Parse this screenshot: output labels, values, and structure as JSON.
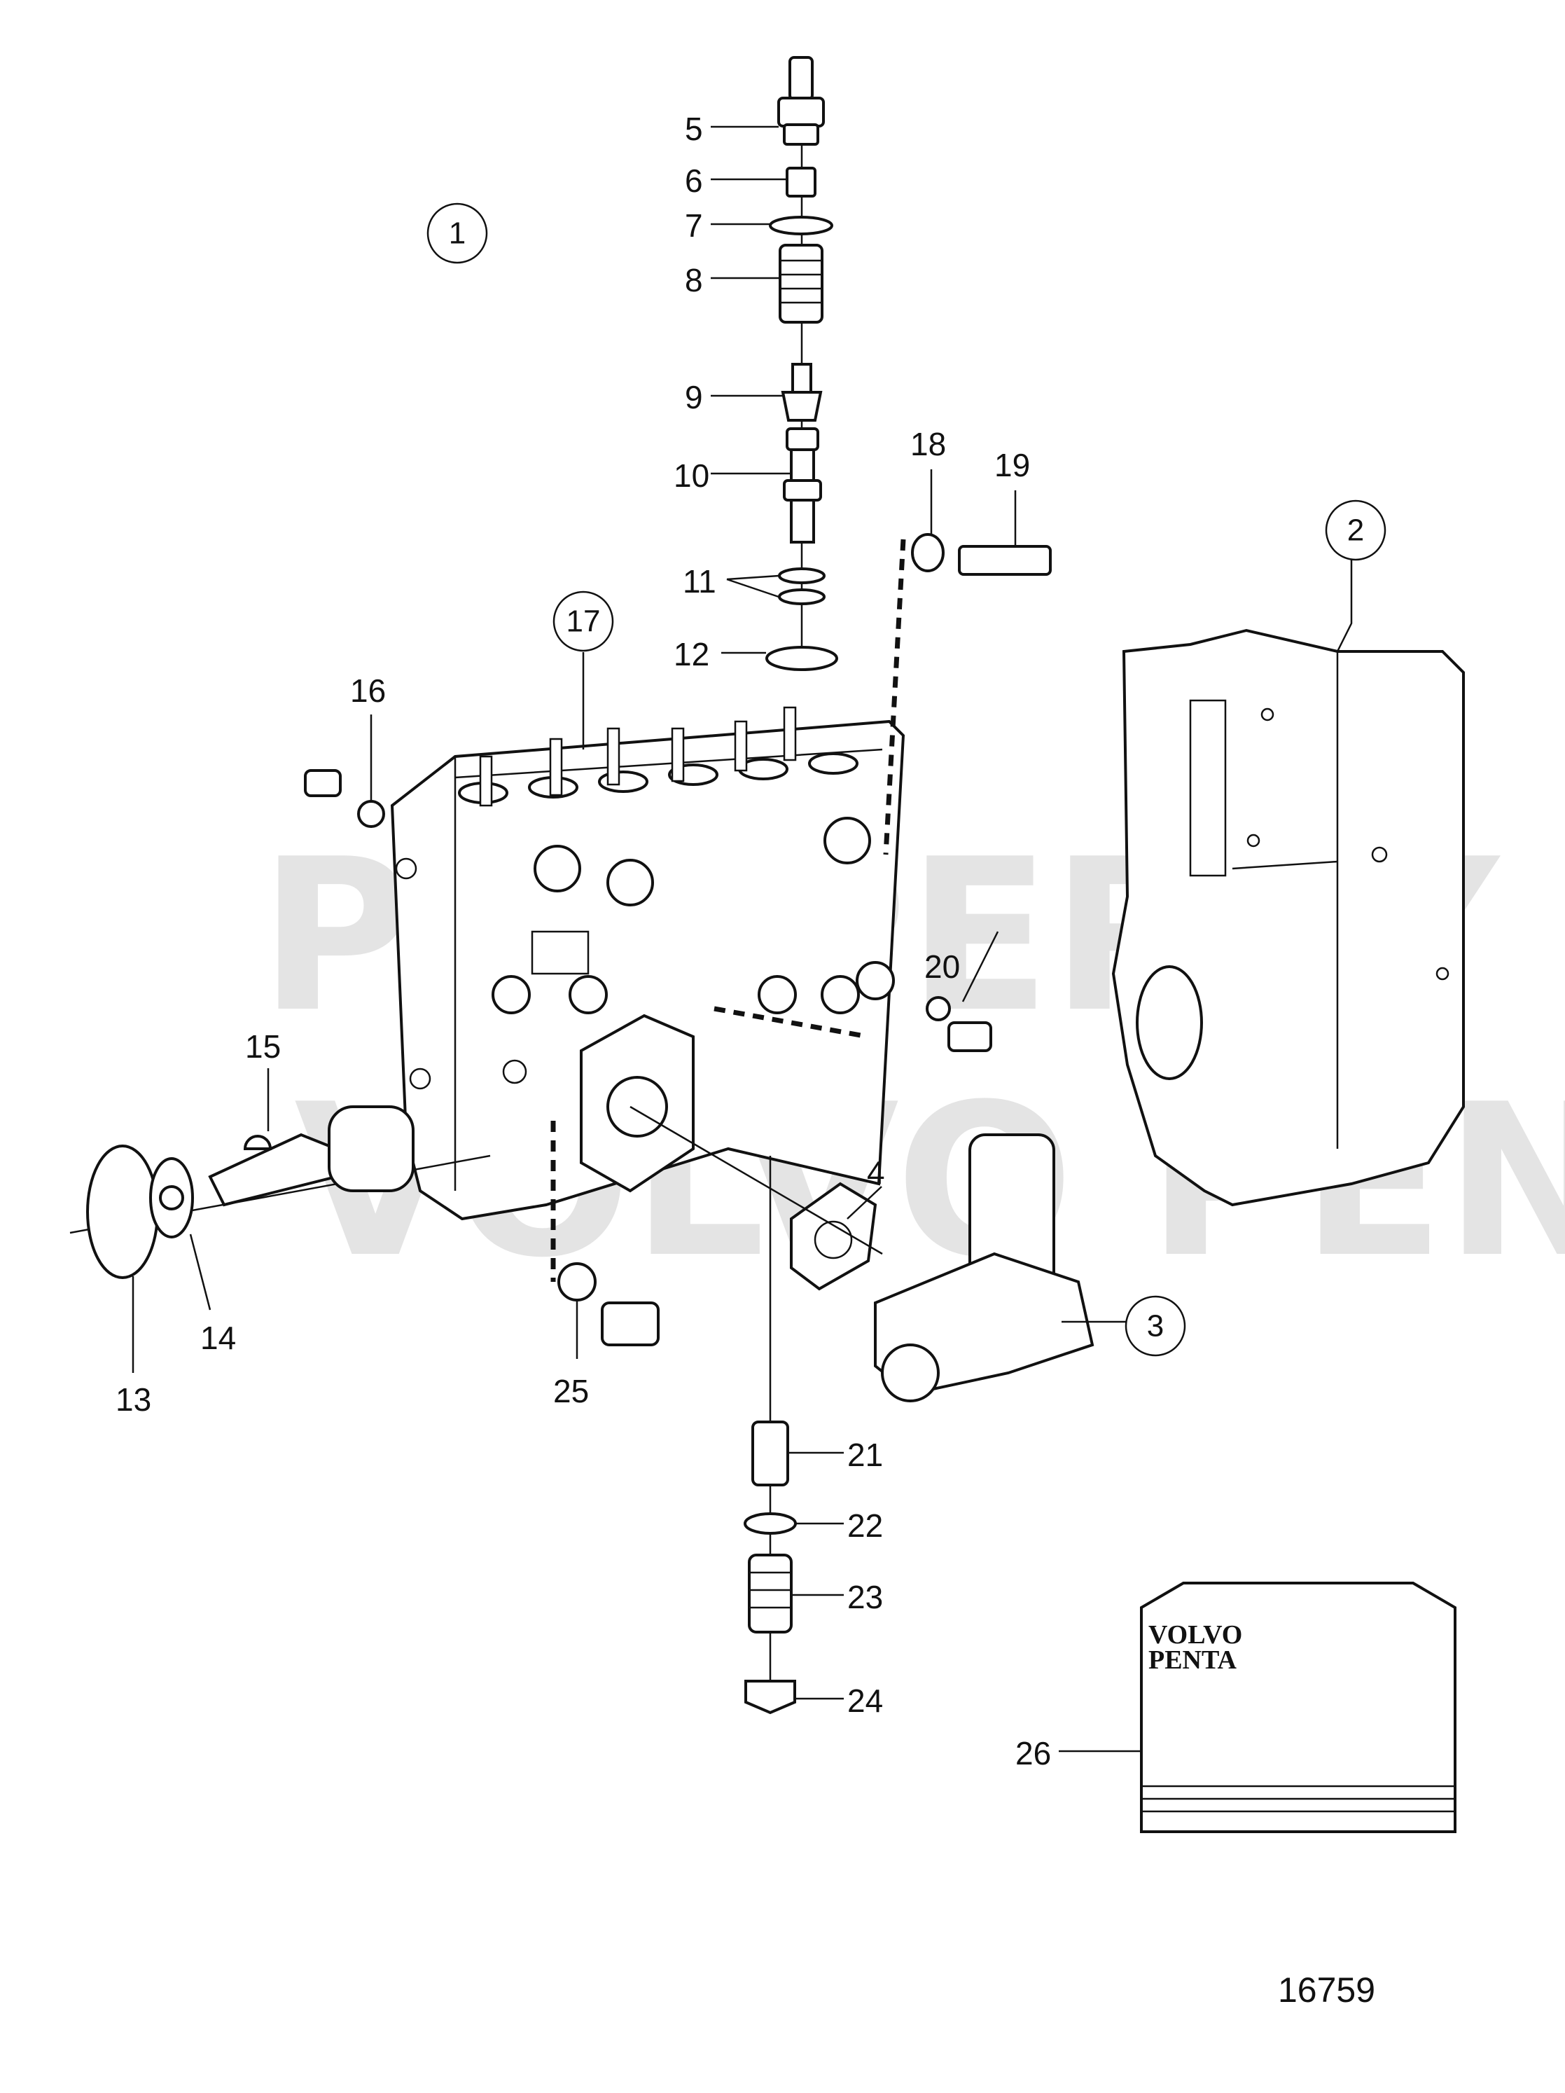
{
  "diagram": {
    "drawing_number": "16759",
    "watermark": [
      "PROPERTY OF",
      "VOLVO PENTA"
    ],
    "manual_brand": [
      "VOLVO",
      "PENTA"
    ],
    "callouts": [
      {
        "id": "c1",
        "label": "1",
        "circled": true
      },
      {
        "id": "c2",
        "label": "2",
        "circled": true
      },
      {
        "id": "c3",
        "label": "3",
        "circled": true
      },
      {
        "id": "c4",
        "label": "4",
        "circled": false
      },
      {
        "id": "c5",
        "label": "5",
        "circled": false
      },
      {
        "id": "c6",
        "label": "6",
        "circled": false
      },
      {
        "id": "c7",
        "label": "7",
        "circled": false
      },
      {
        "id": "c8",
        "label": "8",
        "circled": false
      },
      {
        "id": "c9",
        "label": "9",
        "circled": false
      },
      {
        "id": "c10",
        "label": "10",
        "circled": false
      },
      {
        "id": "c11",
        "label": "11",
        "circled": false
      },
      {
        "id": "c12",
        "label": "12",
        "circled": false
      },
      {
        "id": "c13",
        "label": "13",
        "circled": false
      },
      {
        "id": "c14",
        "label": "14",
        "circled": false
      },
      {
        "id": "c15",
        "label": "15",
        "circled": false
      },
      {
        "id": "c16",
        "label": "16",
        "circled": false
      },
      {
        "id": "c17",
        "label": "17",
        "circled": true
      },
      {
        "id": "c18",
        "label": "18",
        "circled": false
      },
      {
        "id": "c19",
        "label": "19",
        "circled": false
      },
      {
        "id": "c20",
        "label": "20",
        "circled": false
      },
      {
        "id": "c21",
        "label": "21",
        "circled": false
      },
      {
        "id": "c22",
        "label": "22",
        "circled": false
      },
      {
        "id": "c23",
        "label": "23",
        "circled": false
      },
      {
        "id": "c24",
        "label": "24",
        "circled": false
      },
      {
        "id": "c25",
        "label": "25",
        "circled": false
      },
      {
        "id": "c26",
        "label": "26",
        "circled": false
      }
    ]
  }
}
